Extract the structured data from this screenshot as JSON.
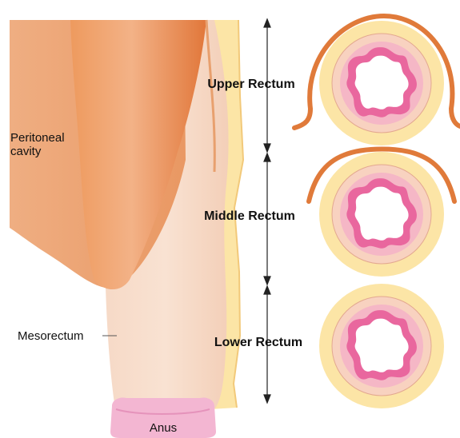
{
  "labels": {
    "peritoneal_line1": "Peritoneal",
    "peritoneal_line2": "cavity",
    "mesorectum": "Mesorectum",
    "anus": "Anus",
    "upper_rectum": "Upper Rectum",
    "middle_rectum": "Middle Rectum",
    "lower_rectum": "Lower Rectum"
  },
  "colors": {
    "peritoneum": "#E07A3A",
    "peritoneal_cavity": "#EFAE82",
    "mesorectal_fat": "#FCE5A6",
    "rectum_wall": "#F8D2C0",
    "mucosa": "#E9679E",
    "submucosa": "#F5B7C6",
    "lumen": "#FFFFFF",
    "anus": "#F3B6D2"
  }
}
